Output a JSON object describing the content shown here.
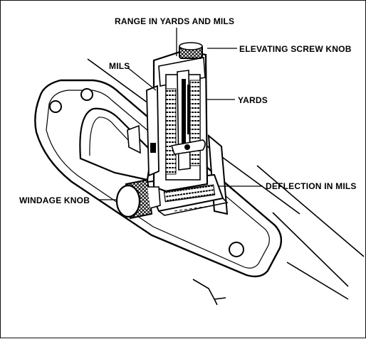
{
  "labels": {
    "range": "RANGE IN YARDS AND MILS",
    "elevating_knob": "ELEVATING SCREW KNOB",
    "mils": "MILS",
    "yards": "YARDS",
    "deflection": "DEFLECTION IN MILS",
    "windage_knob": "WINDAGE KNOB"
  }
}
